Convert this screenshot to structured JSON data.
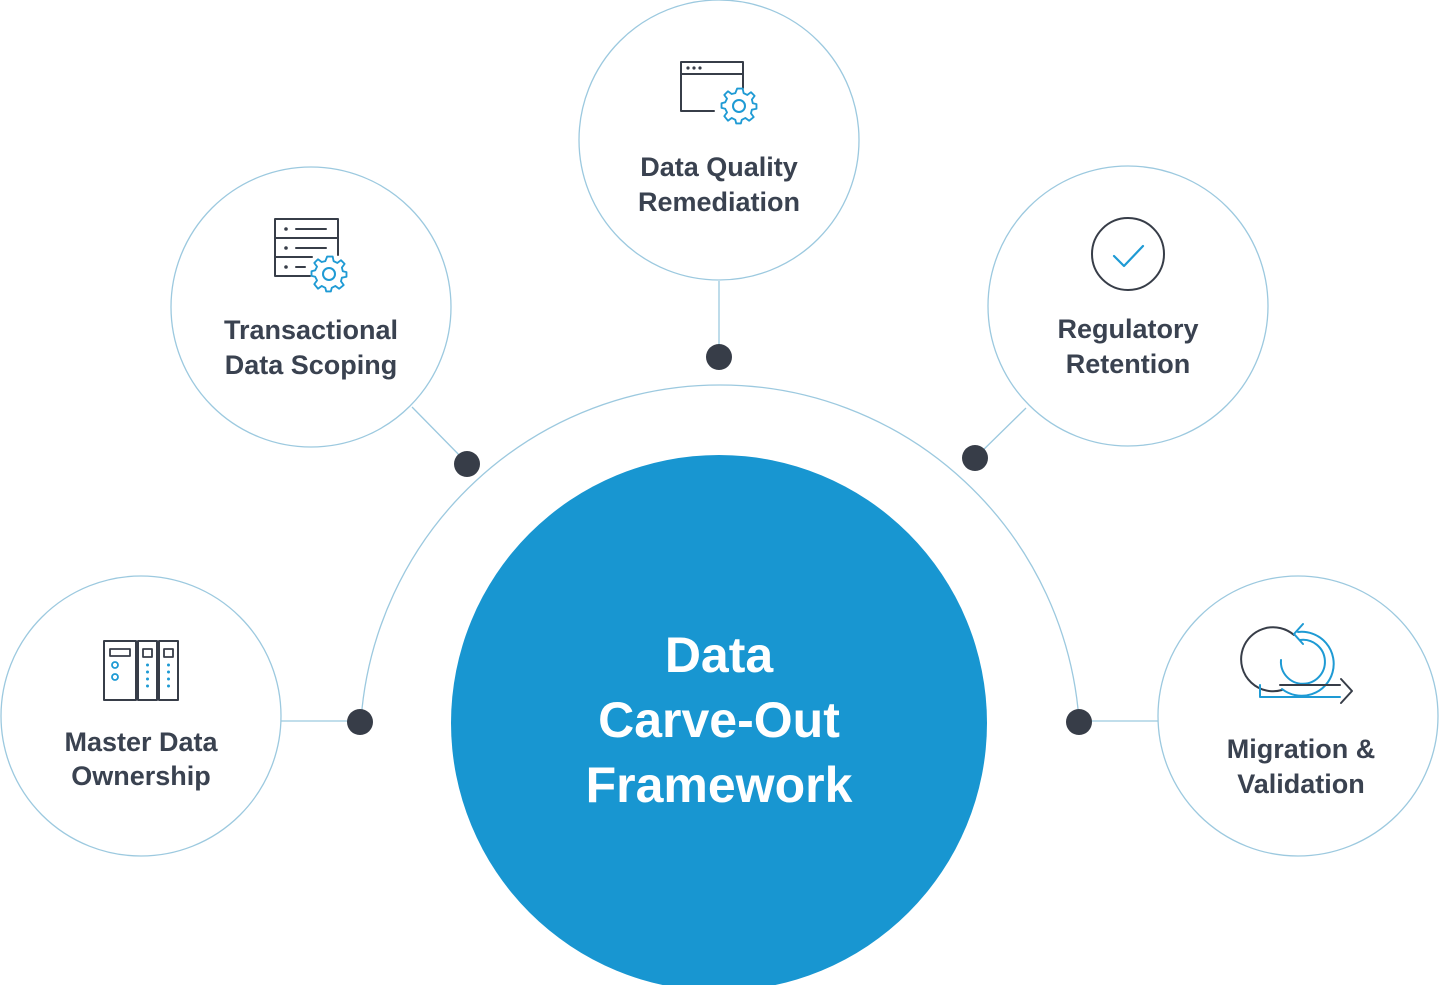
{
  "center": {
    "line1": "Data",
    "line2": "Carve-Out",
    "line3": "Framework"
  },
  "nodes": {
    "master_data": {
      "line1": "Master Data",
      "line2": "Ownership",
      "icon": "server-racks-icon"
    },
    "transactional": {
      "line1": "Transactional",
      "line2": "Data Scoping",
      "icon": "database-gear-icon"
    },
    "data_quality": {
      "line1": "Data Quality",
      "line2": "Remediation",
      "icon": "browser-gear-icon"
    },
    "regulatory": {
      "line1": "Regulatory",
      "line2": "Retention",
      "icon": "check-circle-icon"
    },
    "migration": {
      "line1": "Migration &",
      "line2": "Validation",
      "icon": "cycle-arrow-icon"
    }
  },
  "colors": {
    "center_fill": "#1896d1",
    "accent": "#1e9ad4",
    "dark": "#373d48",
    "outline": "#9cc9df"
  }
}
